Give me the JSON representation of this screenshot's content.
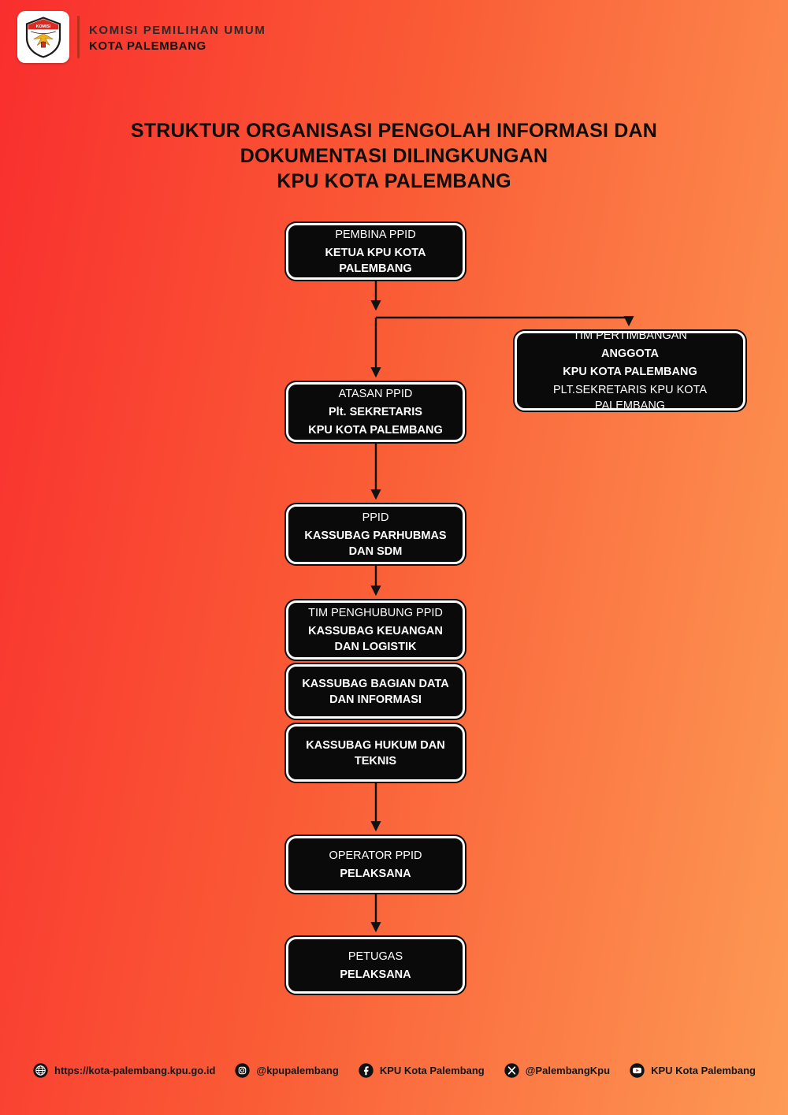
{
  "header": {
    "logo_text": "KOMISI",
    "org_line1": "KOMISI PEMILIHAN UMUM",
    "org_line2": "KOTA PALEMBANG"
  },
  "title": {
    "line1": "STRUKTUR ORGANISASI PENGOLAH INFORMASI DAN",
    "line2": "DOKUMENTASI DILINGKUNGAN",
    "line3": "KPU KOTA PALEMBANG"
  },
  "org": {
    "pembina": {
      "line1": "PEMBINA PPID",
      "line2": "KETUA KPU KOTA PALEMBANG"
    },
    "tim_pertimbangan": {
      "line1": "TIM PERTIMBANGAN",
      "line2": "ANGGOTA",
      "line3": "KPU KOTA PALEMBANG",
      "line4": "PLT.SEKRETARIS KPU KOTA PALEMBANG"
    },
    "atasan": {
      "line1": "ATASAN PPID",
      "line2": "Plt. SEKRETARIS",
      "line3": "KPU KOTA PALEMBANG"
    },
    "ppid": {
      "line1": "PPID",
      "line2": "KASSUBAG PARHUBMAS DAN SDM"
    },
    "penghubung": {
      "line1": "TIM PENGHUBUNG PPID",
      "line2": "KASSUBAG KEUANGAN DAN LOGISTIK"
    },
    "kassubag_data": {
      "line1": "KASSUBAG BAGIAN DATA DAN INFORMASI"
    },
    "kassubag_hukum": {
      "line1": "KASSUBAG HUKUM DAN TEKNIS"
    },
    "operator": {
      "line1": "OPERATOR PPID",
      "line2": "PELAKSANA"
    },
    "petugas": {
      "line1": "PETUGAS",
      "line2": "PELAKSANA"
    }
  },
  "footer": {
    "items": [
      {
        "icon": "globe-icon",
        "label": "https://kota-palembang.kpu.go.id"
      },
      {
        "icon": "instagram-icon",
        "label": "@kpupalembang"
      },
      {
        "icon": "facebook-icon",
        "label": "KPU Kota Palembang"
      },
      {
        "icon": "x-icon",
        "label": "@PalembangKpu"
      },
      {
        "icon": "youtube-icon",
        "label": "KPU Kota Palembang"
      }
    ]
  },
  "colors": {
    "bg_left": "#f92e2e",
    "bg_right": "#fd9a55",
    "box_bg": "#0a0a0a",
    "box_border": "#fdfdfd",
    "box_text": "#ffffff",
    "title_text": "#0d0d0d",
    "logo_red": "#d92b21",
    "logo_gold": "#f2b01e"
  }
}
